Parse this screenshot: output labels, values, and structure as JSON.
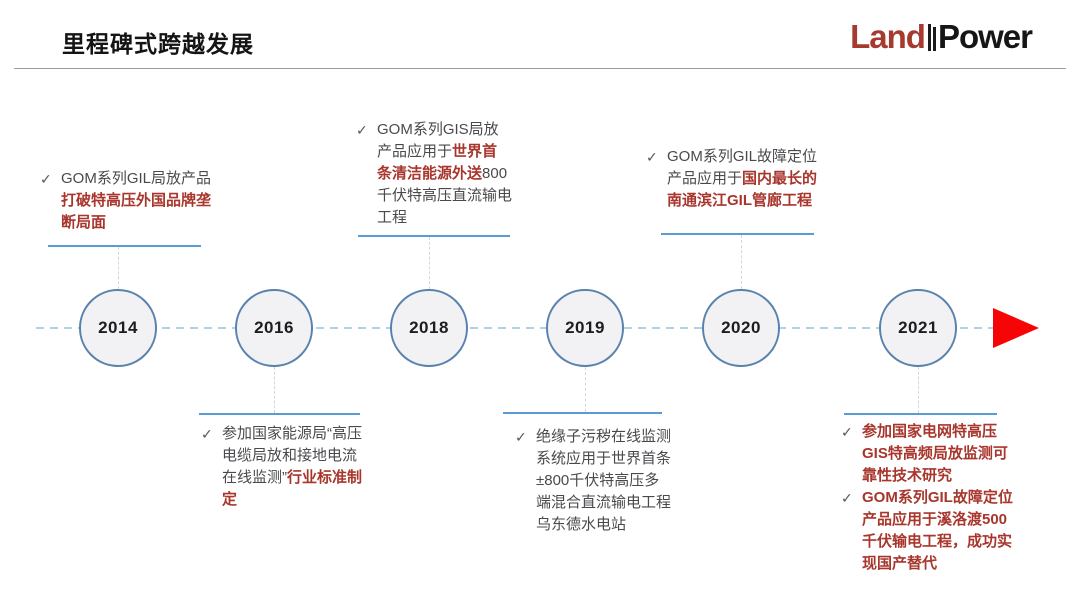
{
  "slide": {
    "title": "里程碑式跨越发展",
    "logo": {
      "part1": "Land",
      "part2": "Power"
    }
  },
  "timeline": {
    "checkmark": "✓",
    "milestones": [
      {
        "year": "2014",
        "side": "top",
        "notes": [
          [
            {
              "t": "GOM系列GIL局放产品",
              "em": false
            },
            {
              "t": "打破特高压外国品牌垄断局面",
              "em": true
            }
          ]
        ]
      },
      {
        "year": "2016",
        "side": "bottom",
        "notes": [
          [
            {
              "t": "参加国家能源局“高压电缆局放和接地电流在线监测”",
              "em": false
            },
            {
              "t": "行业标准制定",
              "em": true
            }
          ]
        ]
      },
      {
        "year": "2018",
        "side": "top",
        "notes": [
          [
            {
              "t": "GOM系列GIS局放产品应用于",
              "em": false
            },
            {
              "t": "世界首条清洁能源外送",
              "em": true
            },
            {
              "t": "800千伏特高压直流输电工程",
              "em": false
            }
          ]
        ]
      },
      {
        "year": "2019",
        "side": "bottom",
        "notes": [
          [
            {
              "t": "绝缘子污秽在线监测系统应用于世界首条±800千伏特高压多端混合直流输电工程乌东德水电站",
              "em": false
            }
          ]
        ]
      },
      {
        "year": "2020",
        "side": "top",
        "notes": [
          [
            {
              "t": "GOM系列GIL故障定位产品应用于",
              "em": false
            },
            {
              "t": "国内最长的南通滨江GIL管廊工程",
              "em": true
            }
          ]
        ]
      },
      {
        "year": "2021",
        "side": "bottom",
        "notes": [
          [
            {
              "t": "参加国家电网特高压GIS特高频局放监测可靠性技术研究",
              "em": true
            }
          ],
          [
            {
              "t": "GOM系列GIL故障定位产品应用于溪洛渡500千伏输电工程，成功实现国产替代",
              "em": true
            }
          ]
        ]
      }
    ]
  },
  "colors": {
    "accent_red": "#a8362d",
    "rule_blue": "#5b9bd5",
    "dash_blue": "#aed3e6",
    "circle_border": "#5a82af",
    "arrow_red": "#f50505",
    "logo_red": "#a63a2e"
  }
}
